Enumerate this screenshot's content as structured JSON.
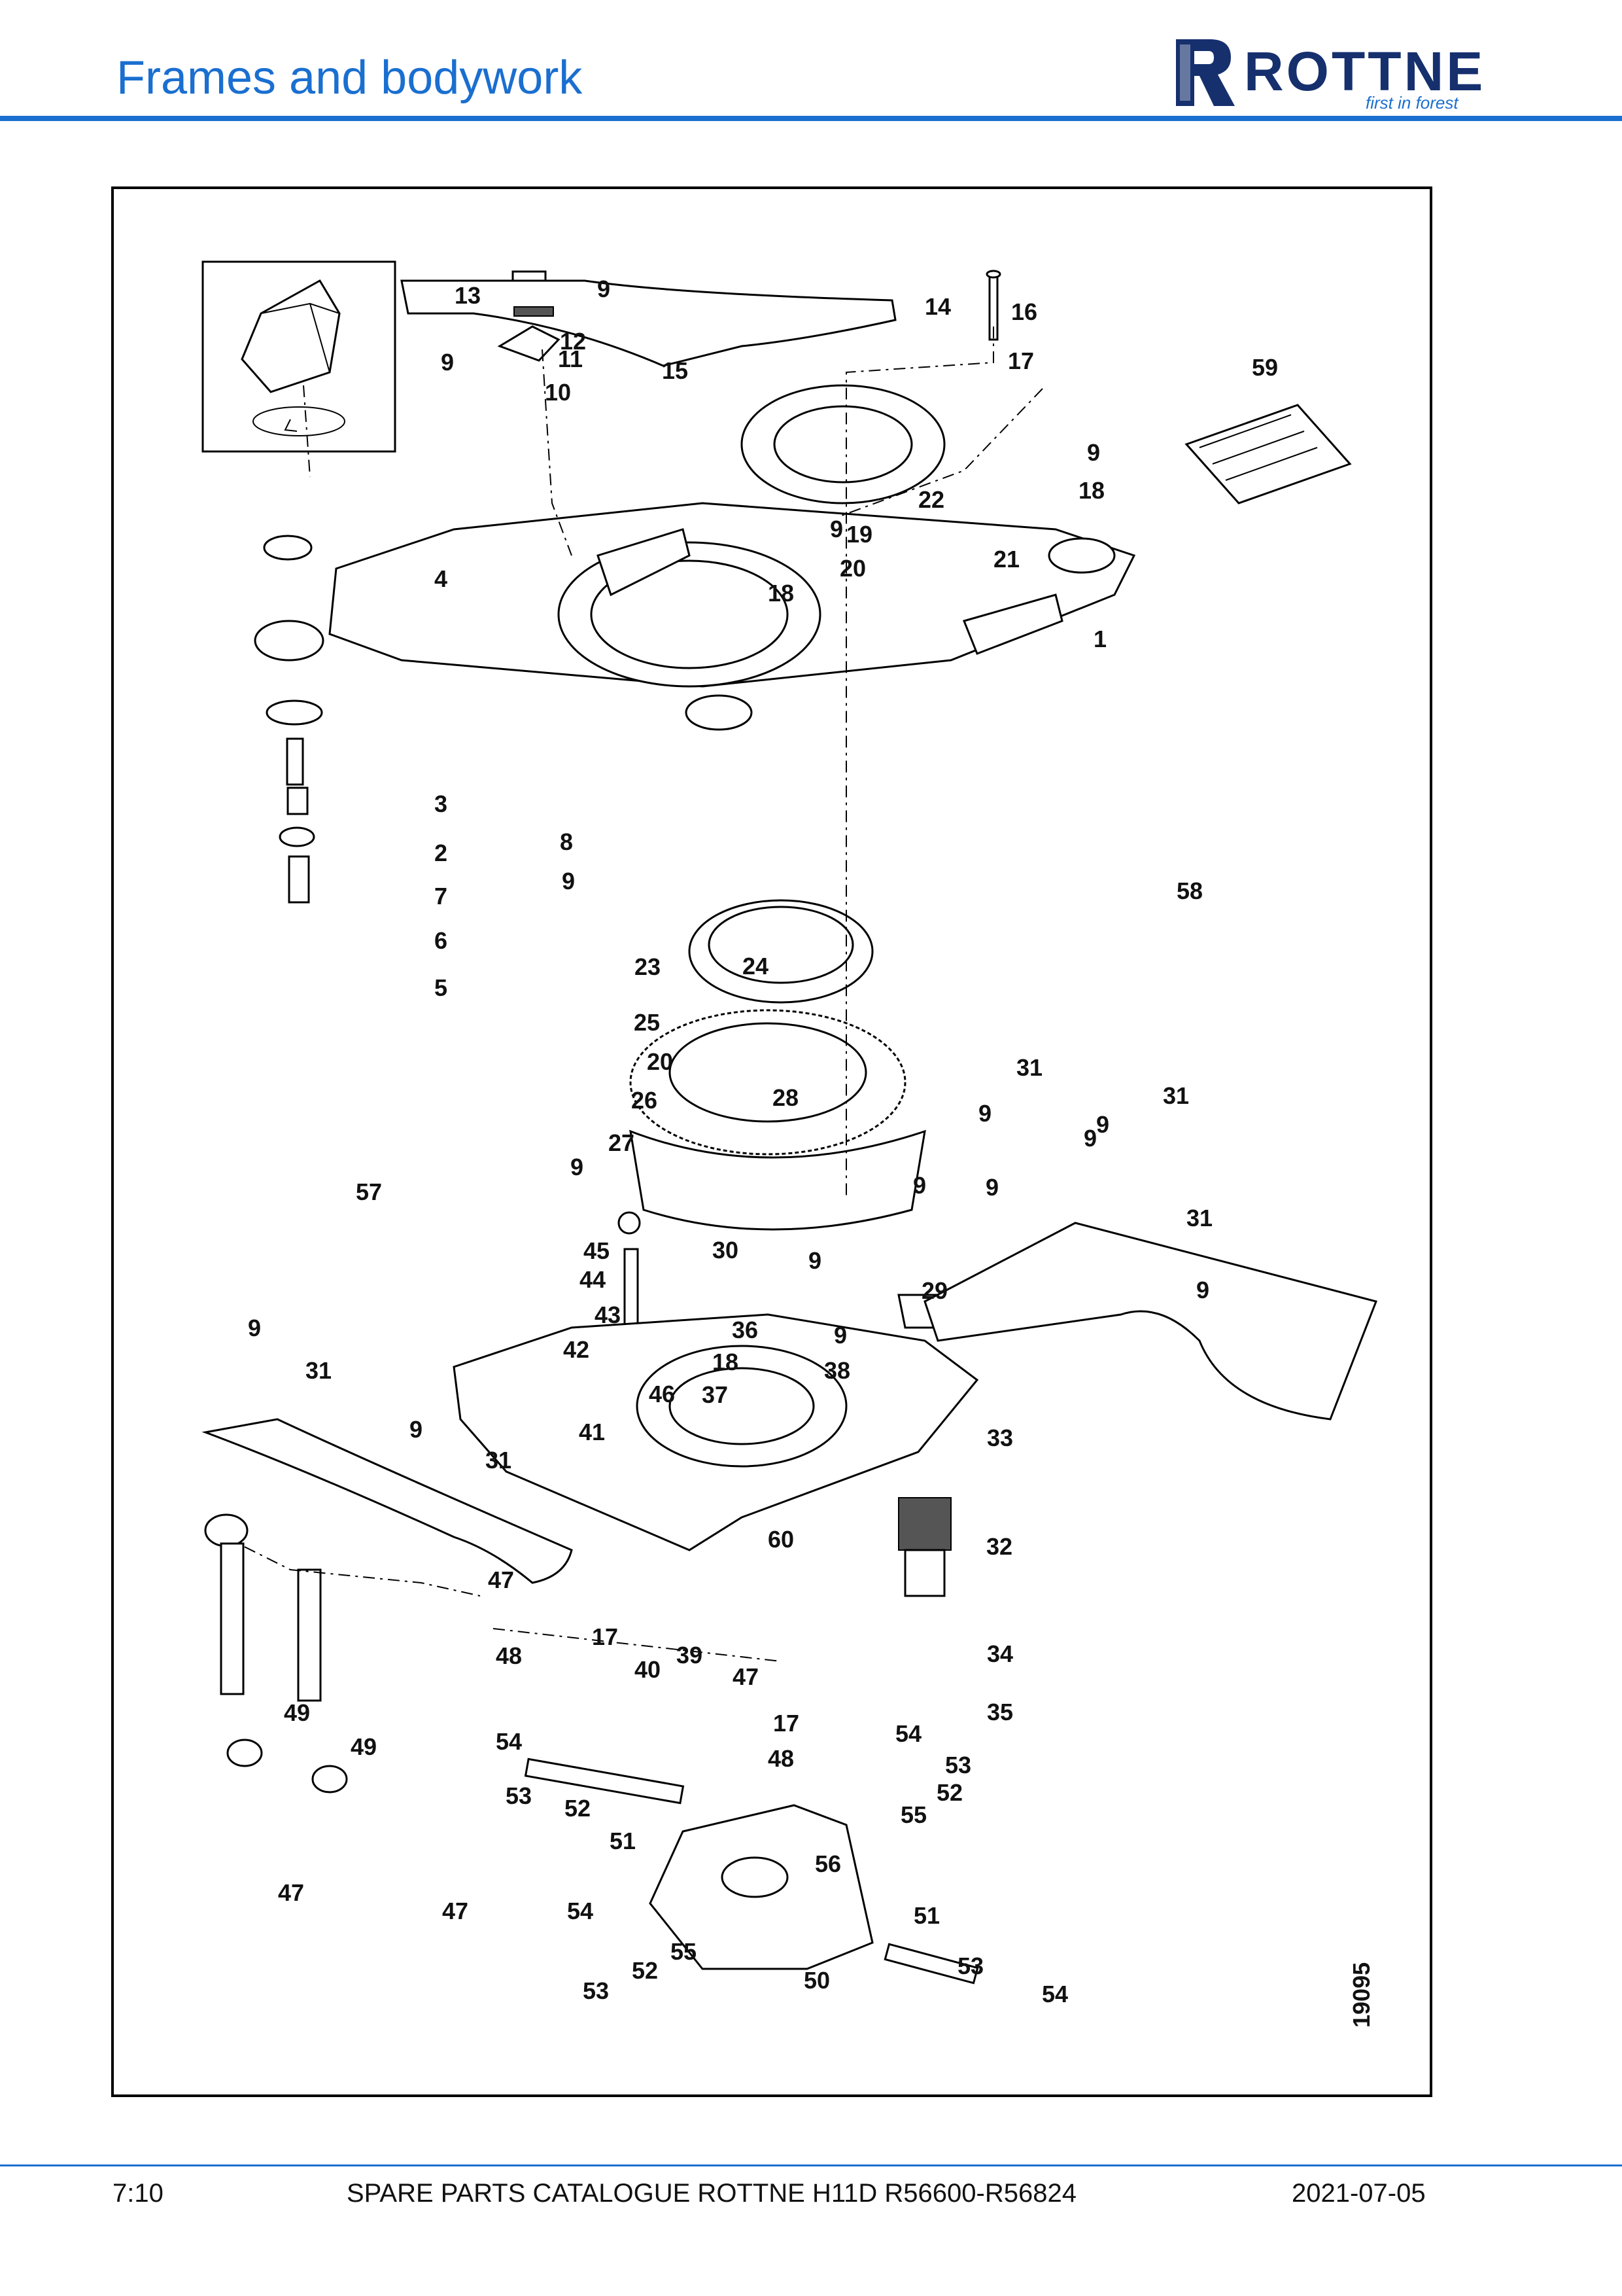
{
  "header": {
    "title": "Frames and bodywork",
    "logo": {
      "brand": "ROTTNE",
      "tagline": "first in forest"
    }
  },
  "colors": {
    "accent": "#1a6fd0",
    "logo_navy": "#16306e"
  },
  "diagram": {
    "drawing_number": "19095",
    "callouts": [
      "1",
      "2",
      "3",
      "4",
      "5",
      "6",
      "7",
      "8",
      "9",
      "9",
      "9",
      "9",
      "9",
      "9",
      "9",
      "9",
      "9",
      "9",
      "9",
      "9",
      "9",
      "9",
      "9",
      "9",
      "10",
      "11",
      "12",
      "13",
      "14",
      "15",
      "16",
      "17",
      "17",
      "17",
      "18",
      "18",
      "18",
      "19",
      "20",
      "20",
      "21",
      "22",
      "23",
      "24",
      "25",
      "26",
      "27",
      "28",
      "29",
      "30",
      "31",
      "31",
      "31",
      "31",
      "31",
      "32",
      "33",
      "34",
      "35",
      "36",
      "37",
      "38",
      "39",
      "40",
      "41",
      "42",
      "43",
      "44",
      "45",
      "46",
      "47",
      "47",
      "47",
      "47",
      "48",
      "48",
      "49",
      "49",
      "50",
      "51",
      "51",
      "52",
      "52",
      "52",
      "53",
      "53",
      "53",
      "53",
      "54",
      "54",
      "54",
      "54",
      "55",
      "55",
      "56",
      "57",
      "58",
      "59",
      "60"
    ]
  },
  "footer": {
    "page": "7:10",
    "catalogue": "SPARE PARTS CATALOGUE ROTTNE H11D R56600-R56824",
    "date": "2021-07-05"
  }
}
